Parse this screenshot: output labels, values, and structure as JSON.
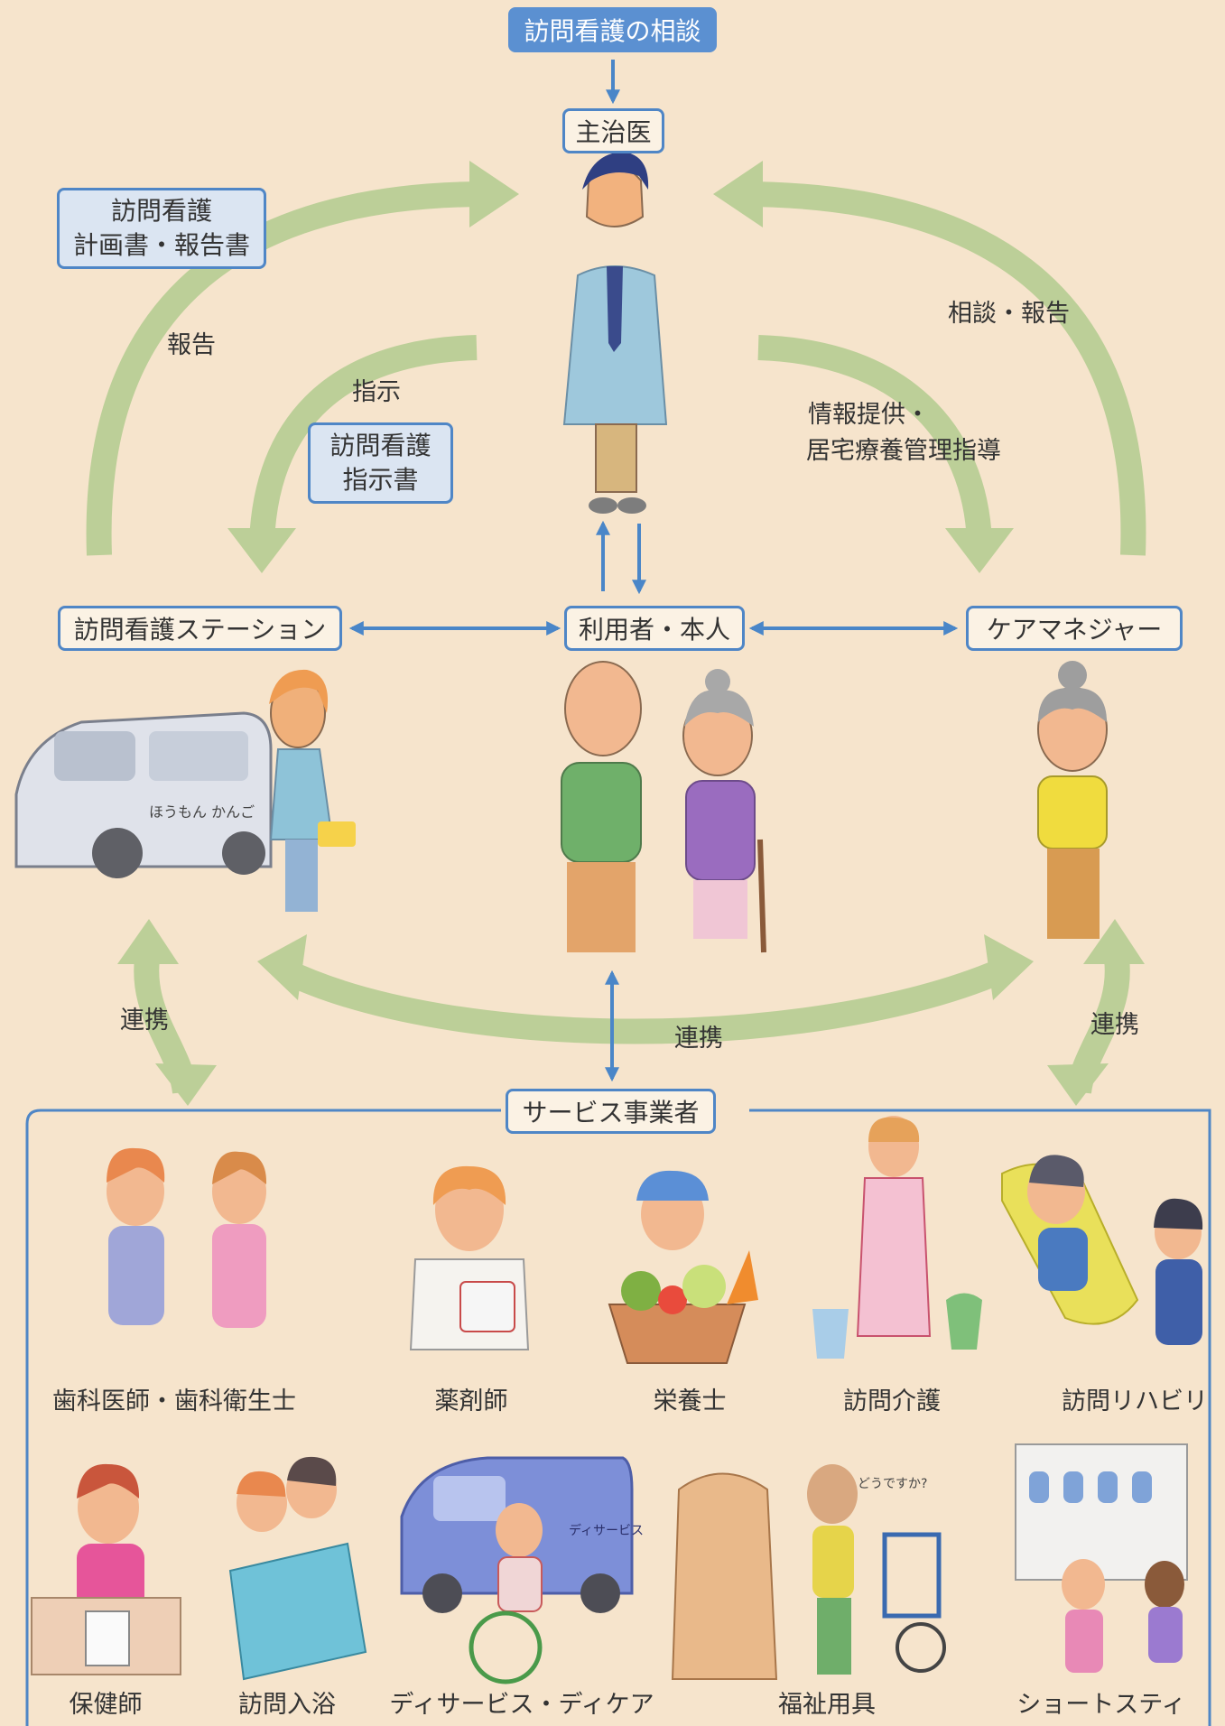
{
  "top": {
    "consult_label": "訪問看護の相談",
    "doctor_label": "主治医"
  },
  "left_box": {
    "line1": "訪問看護",
    "line2": "計画書・報告書"
  },
  "instruction_box": {
    "line1": "訪問看護",
    "line2": "指示書"
  },
  "arrows": {
    "report": "報告",
    "instruct": "指示",
    "consult_report": "相談・報告",
    "info_line1": "情報提供・",
    "info_line2": "居宅療養管理指導",
    "collab_left": "連携",
    "collab_center": "連携",
    "collab_right": "連携"
  },
  "nodes": {
    "station": "訪問看護ステーション",
    "patient": "利用者・本人",
    "care_manager": "ケアマネジャー",
    "service_providers": "サービス事業者"
  },
  "providers_row1": [
    "歯科医師・歯科衛生士",
    "薬剤師",
    "栄養士",
    "訪問介護",
    "訪問リハビリ"
  ],
  "providers_row2": [
    "保健師",
    "訪問入浴",
    "ディサービス・ディケア",
    "福祉用具",
    "ショートスティ"
  ],
  "illustration_text": {
    "van_side": "ほうもん かんご",
    "bus_side": "ディサービス",
    "speech": "どうですか?"
  },
  "colors": {
    "box_border": "#4f86c6",
    "arrow_blue": "#4a86c8",
    "arrow_green": "#b9cc94",
    "background": "#f6e4cc"
  }
}
